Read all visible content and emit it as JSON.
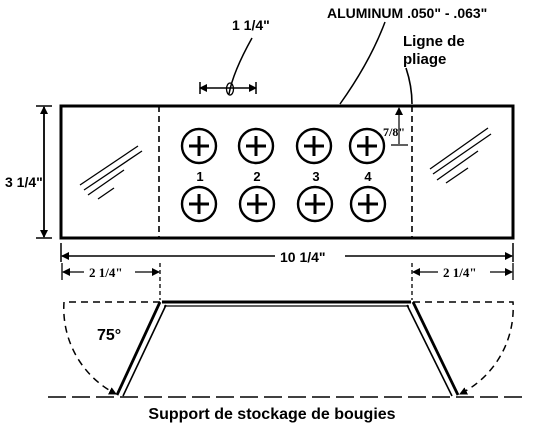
{
  "dimensions": {
    "top_width": "1 1/4\"",
    "height": "3 1/4\"",
    "hole_offset": "7/8\"",
    "total_length": "10 1/4\"",
    "left_fold": "2 1/4\"",
    "right_fold": "2 1/4\""
  },
  "labels": {
    "material": "ALUMINUM .050\" - .063\"",
    "fold_line_1": "Ligne de",
    "fold_line_2": "pliage",
    "angle": "75°",
    "caption": "Support de stockage de bougies"
  },
  "holes": [
    "1",
    "2",
    "3",
    "4"
  ]
}
